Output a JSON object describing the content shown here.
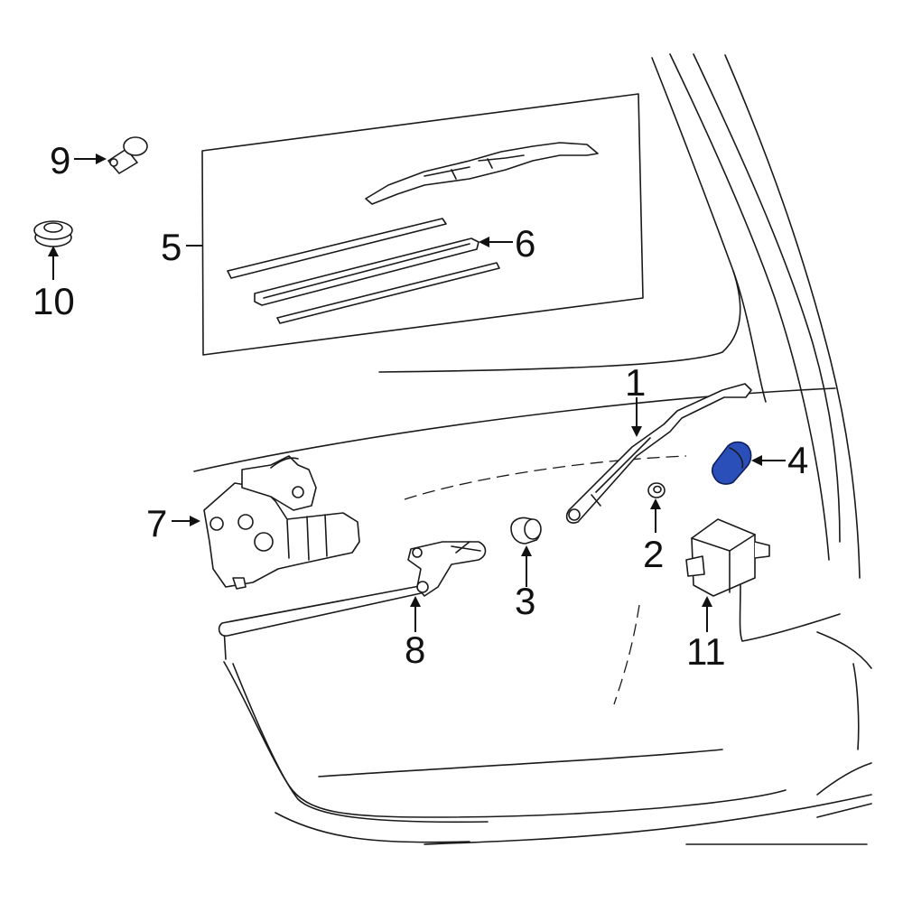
{
  "callouts": [
    {
      "id": "1",
      "label": "1"
    },
    {
      "id": "2",
      "label": "2"
    },
    {
      "id": "3",
      "label": "3"
    },
    {
      "id": "4",
      "label": "4"
    },
    {
      "id": "5",
      "label": "5"
    },
    {
      "id": "6",
      "label": "6"
    },
    {
      "id": "7",
      "label": "7"
    },
    {
      "id": "8",
      "label": "8"
    },
    {
      "id": "9",
      "label": "9"
    },
    {
      "id": "10",
      "label": "10"
    },
    {
      "id": "11",
      "label": "11"
    }
  ],
  "highlight_part": "4",
  "colors": {
    "highlight": "#2a4fb8",
    "line": "#1a1a1a",
    "background": "#ffffff"
  }
}
